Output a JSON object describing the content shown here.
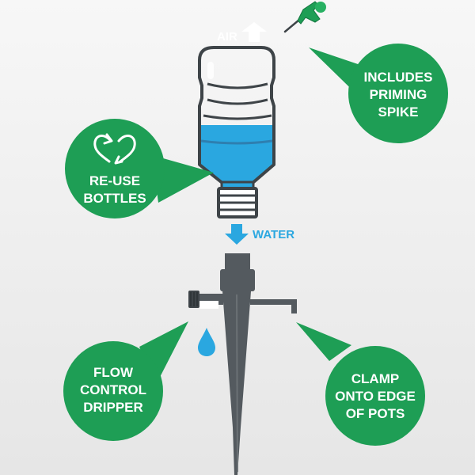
{
  "labels": {
    "air": "AIR",
    "water": "WATER"
  },
  "callouts": {
    "spike": [
      "INCLUDES",
      "PRIMING",
      "SPIKE"
    ],
    "reuse": [
      "RE-USE",
      "BOTTLES"
    ],
    "dripper": [
      "FLOW",
      "CONTROL",
      "DRIPPER"
    ],
    "clamp": [
      "CLAMP",
      "ONTO EDGE",
      "OF POTS"
    ]
  },
  "icons": {
    "air_arrow": "arrow-up-icon",
    "water_arrow": "arrow-down-icon",
    "recycle": "recycle-heart-icon",
    "pin": "push-pin-icon",
    "drop": "water-drop-icon"
  },
  "colors": {
    "green": "#1e9e55",
    "water_blue": "#2aa7e0",
    "label_blue": "#2aa7e0",
    "white": "#ffffff",
    "spike_grey": "#545a5f",
    "outline": "#3e4448"
  }
}
